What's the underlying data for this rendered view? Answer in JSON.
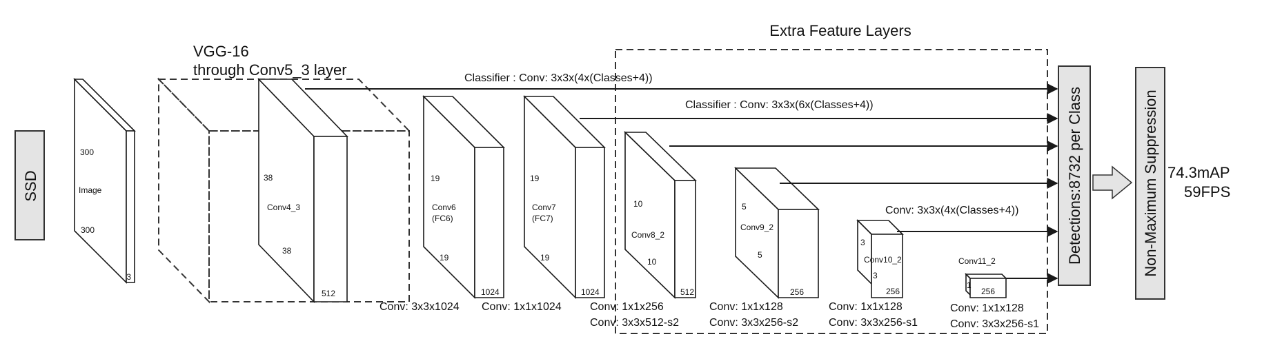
{
  "ssd_label": "SSD",
  "vgg_title_line1": "VGG-16",
  "vgg_title_line2": "through Conv5_3 layer",
  "extra_title": "Extra Feature Layers",
  "classifier1": "Classifier : Conv: 3x3x(4x(Classes+4))",
  "classifier2": "Classifier : Conv: 3x3x(6x(Classes+4))",
  "classifier3": "Conv: 3x3x(4x(Classes+4))",
  "detections": "Detections:8732  per Class",
  "nms": "Non-Maximum Suppression",
  "result_line1": "74.3mAP",
  "result_line2": "59FPS",
  "image_block": {
    "h": "300",
    "name": "Image",
    "w": "300",
    "d": "3"
  },
  "conv4_block": {
    "h": "38",
    "name": "Conv4_3",
    "w": "38",
    "d": "512"
  },
  "conv6_block": {
    "h": "19",
    "name1": "Conv6",
    "name2": "(FC6)",
    "w": "19",
    "d": "1024"
  },
  "conv7_block": {
    "h": "19",
    "name1": "Conv7",
    "name2": "(FC7)",
    "w": "19",
    "d": "1024"
  },
  "conv8_block": {
    "h": "10",
    "name": "Conv8_2",
    "w": "10",
    "d": "512"
  },
  "conv9_block": {
    "h": "5",
    "name": "Conv9_2",
    "w": "5",
    "d": "256"
  },
  "conv10_block": {
    "h": "3",
    "name": "Conv10_2",
    "w": "3",
    "d": "256"
  },
  "conv11_block": {
    "name": "Conv11_2",
    "h": "1",
    "d": "256"
  },
  "caption_conv6": "Conv: 3x3x1024",
  "caption_conv7": "Conv: 1x1x1024",
  "caption_conv8_a": "Conv:  1x1x256",
  "caption_conv8_b": "Conv:  3x3x512-s2",
  "caption_conv9_a": "Conv: 1x1x128",
  "caption_conv9_b": "Conv: 3x3x256-s2",
  "caption_conv10_a": "Conv: 1x1x128",
  "caption_conv10_b": "Conv: 3x3x256-s1",
  "caption_conv11_a": "Conv: 1x1x128",
  "caption_conv11_b": "Conv: 3x3x256-s1"
}
